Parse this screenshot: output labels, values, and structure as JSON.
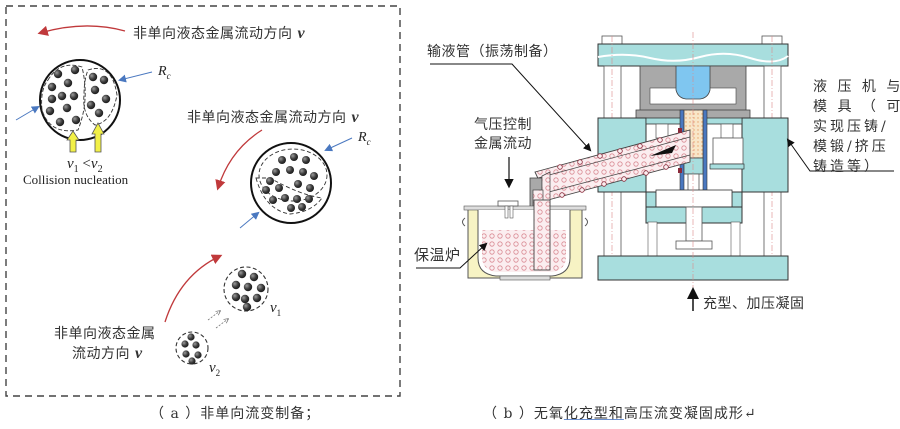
{
  "panel_a": {
    "flow_label_1": "非单向液态金属流动方向",
    "flow_label_2": "非单向液态金属流动方向",
    "flow_label_3_line1": "非单向液态金属",
    "flow_label_3_line2": "流动方向",
    "v_symbol": "v",
    "rc_label": "R",
    "rc_sub": "c",
    "velocity_compare": {
      "v1": "v",
      "v1_sub": "1",
      "op": " <",
      "v2": "v",
      "v2_sub": "2"
    },
    "collision_label": "Collision nucleation",
    "cluster_v1": {
      "v": "v",
      "sub": "1"
    },
    "cluster_v2": {
      "v": "v",
      "sub": "2"
    },
    "caption": "（ a ）非单向流变制备；"
  },
  "panel_b": {
    "tube_label": "输液管（振荡制备）",
    "gas_label_line1": "气压控制",
    "gas_label_line2": "金属流动",
    "furnace_label": "保温炉",
    "press_label_lines": [
      "液 压 机 与",
      "模 具 （ 可",
      "实现压铸/",
      "模锻/挤压",
      "铸造等）"
    ],
    "fill_label": "充型、加压凝固",
    "caption_pre": "（ b ）无氧",
    "caption_underlined": "化充型和",
    "caption_post": "高压流变凝固成形↵"
  },
  "colors": {
    "red_arrow": "#c0393b",
    "blue_arrow": "#4a78c0",
    "teal": "#a8dede",
    "steel": "#a9a9a9",
    "yellow": "#f2f047",
    "furnace": "#f7f3c4",
    "melt_dots": "#e7a8ae",
    "light_blue": "#7fc6f0"
  }
}
